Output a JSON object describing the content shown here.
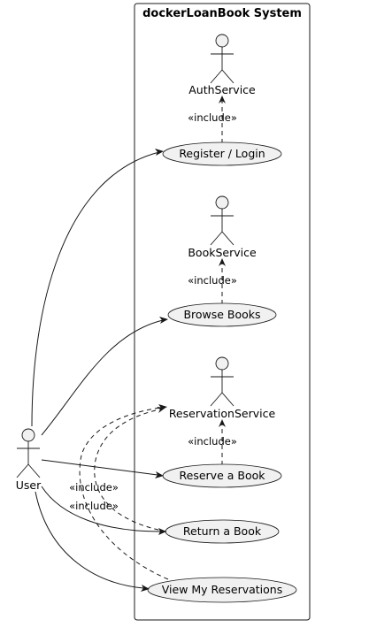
{
  "system": {
    "title": "dockerLoanBook System"
  },
  "actors": {
    "auth": "AuthService",
    "book": "BookService",
    "reservation": "ReservationService",
    "user": "User"
  },
  "usecases": {
    "register": "Register / Login",
    "browse": "Browse Books",
    "reserve": "Reserve a Book",
    "return": "Return a Book",
    "view": "View My Reservations"
  },
  "relations": {
    "include": "«include»"
  }
}
